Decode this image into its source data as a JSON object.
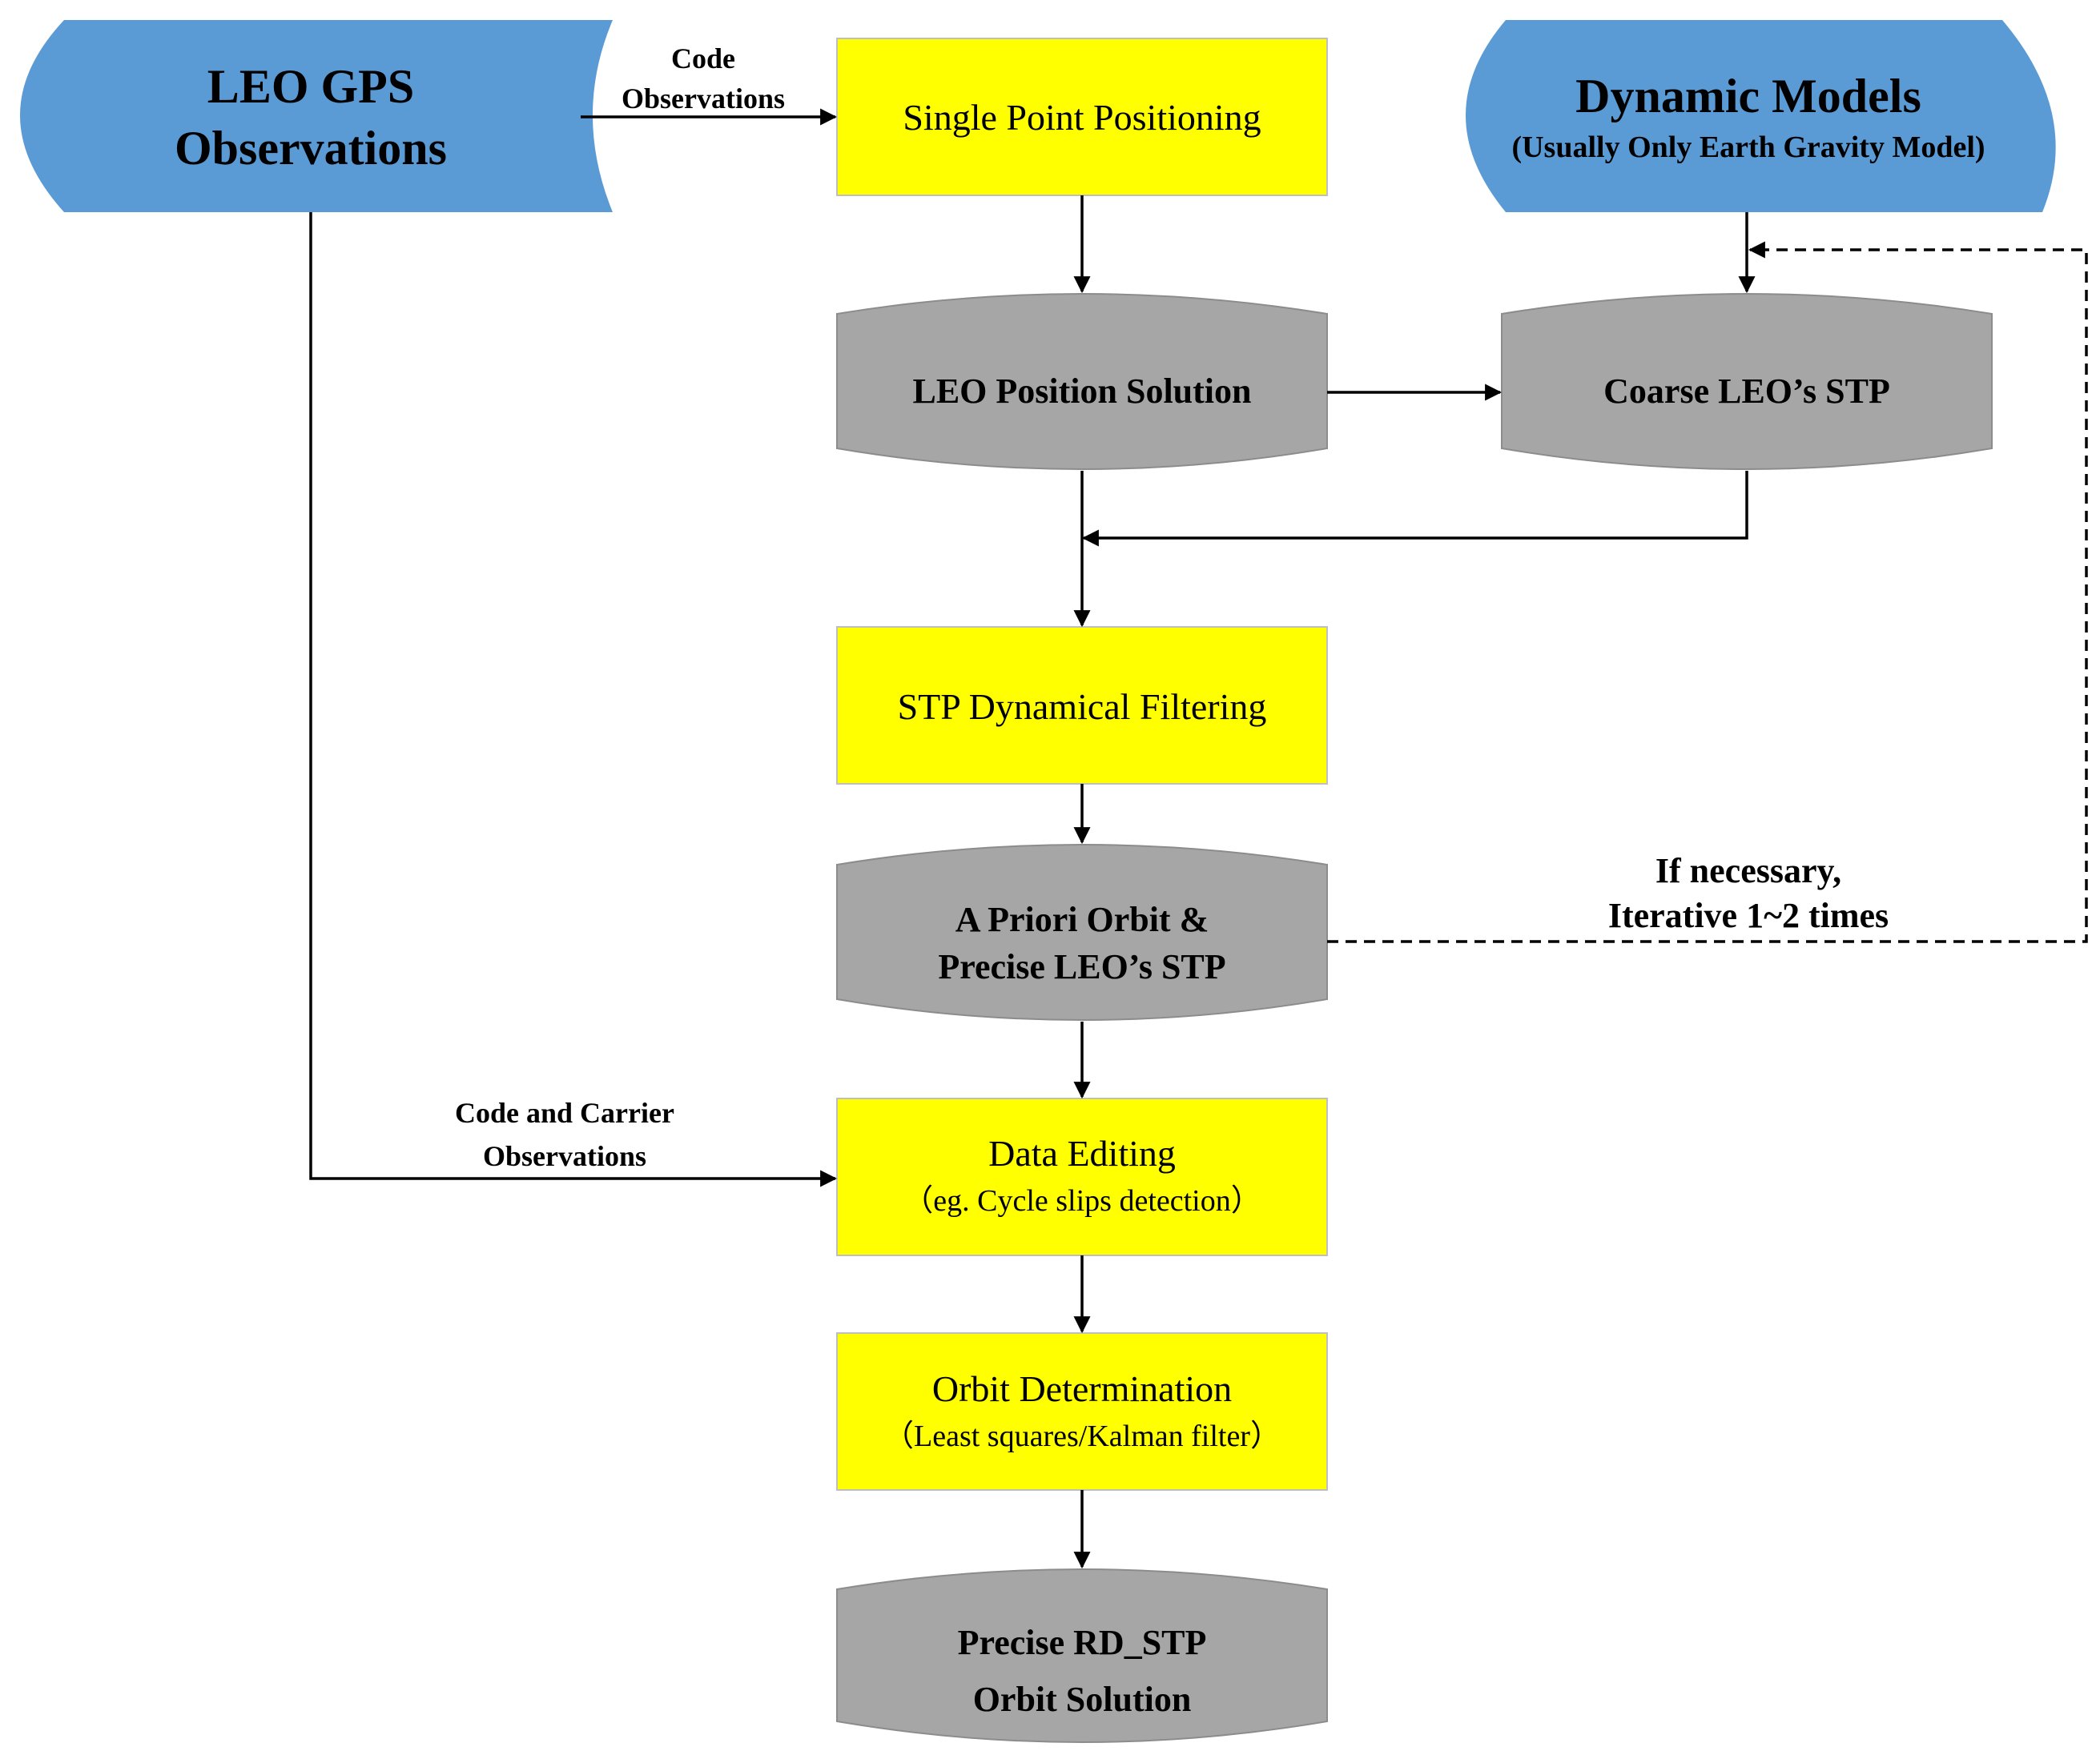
{
  "nodes": {
    "leo_gps": {
      "line1": "LEO GPS",
      "line2": "Observations",
      "fill": "#5b9bd5"
    },
    "dynamic_models": {
      "line1": "Dynamic Models",
      "line2": "(Usually Only Earth Gravity Model)",
      "fill": "#5b9bd5"
    },
    "single_point": {
      "line1": "Single Point Positioning",
      "fill": "#ffff00"
    },
    "leo_position": {
      "line1": "LEO Position Solution",
      "fill": "#a6a6a6"
    },
    "coarse_stp": {
      "line1": "Coarse LEO’s STP",
      "fill": "#a6a6a6"
    },
    "stp_filtering": {
      "line1": "STP Dynamical Filtering",
      "fill": "#ffff00"
    },
    "a_priori": {
      "line1": "A Priori Orbit &",
      "line2": "Precise LEO’s STP",
      "fill": "#a6a6a6"
    },
    "data_editing": {
      "line1": "Data Editing",
      "line2": "（eg. Cycle slips detection）",
      "fill": "#ffff00"
    },
    "orbit_det": {
      "line1": "Orbit Determination",
      "line2": "（Least squares/Kalman filter）",
      "fill": "#ffff00"
    },
    "precise_rd": {
      "line1": "Precise RD_STP",
      "line2": "Orbit Solution",
      "fill": "#a6a6a6"
    }
  },
  "edge_labels": {
    "code_obs": {
      "line1": "Code",
      "line2": "Observations"
    },
    "code_carrier": {
      "line1": "Code and Carrier",
      "line2": "Observations"
    },
    "iterate": {
      "line1": "If necessary,",
      "line2": "Iterative 1~2 times"
    }
  }
}
